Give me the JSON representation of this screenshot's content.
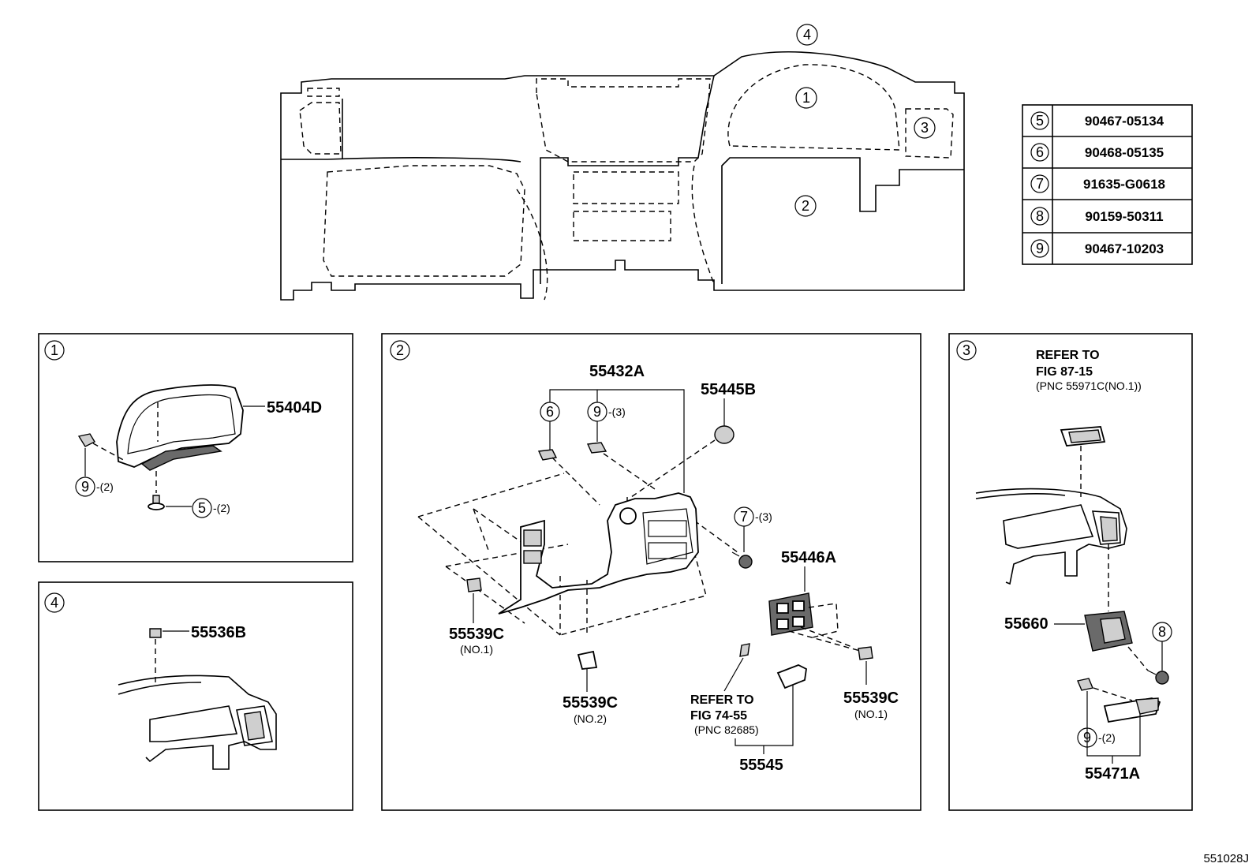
{
  "overview": {
    "callouts": [
      "1",
      "2",
      "3",
      "4"
    ]
  },
  "table": {
    "rows": [
      {
        "ref": "5",
        "part": "90467-05134"
      },
      {
        "ref": "6",
        "part": "90468-05135"
      },
      {
        "ref": "7",
        "part": "91635-G0618"
      },
      {
        "ref": "8",
        "part": "90159-50311"
      },
      {
        "ref": "9",
        "part": "90467-10203"
      }
    ]
  },
  "panel1": {
    "badge": "1",
    "part_main": "55404D",
    "ref9": "9",
    "qty9": "-(2)",
    "ref5": "5",
    "qty5": "-(2)"
  },
  "panel2": {
    "badge": "2",
    "part_55432A": "55432A",
    "part_55445B": "55445B",
    "ref6": "6",
    "ref9": "9",
    "qty9": "-(3)",
    "ref7": "7",
    "qty7": "-(3)",
    "part_55446A": "55446A",
    "part_55539C_a": "55539C",
    "no1_a": "(NO.1)",
    "part_55539C_b": "55539C",
    "no2": "(NO.2)",
    "part_55539C_c": "55539C",
    "no1_c": "(NO.1)",
    "refer_line1": "REFER TO",
    "refer_line2": "FIG 74-55",
    "refer_line3": "(PNC 82685)",
    "part_55545": "55545"
  },
  "panel3": {
    "badge": "3",
    "refer_line1": "REFER TO",
    "refer_line2": "FIG 87-15",
    "refer_line3": "(PNC 55971C(NO.1))",
    "part_55660": "55660",
    "ref8": "8",
    "ref9": "9",
    "qty9": "-(2)",
    "part_55471A": "55471A"
  },
  "panel4": {
    "badge": "4",
    "part_main": "55536B"
  },
  "figure_code": "551028J"
}
